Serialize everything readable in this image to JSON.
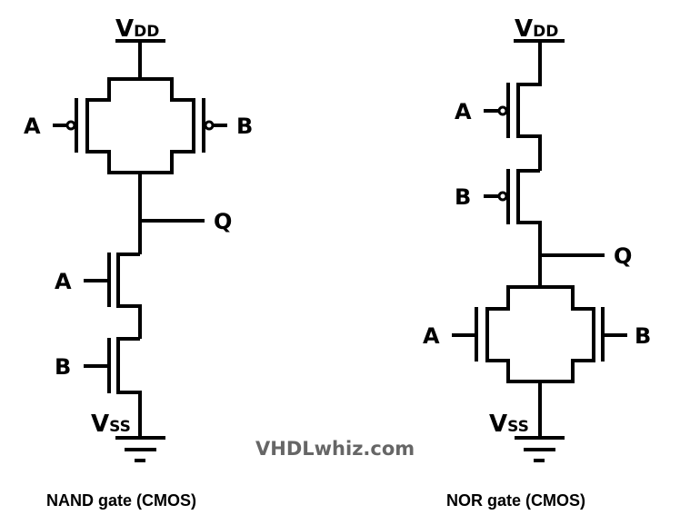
{
  "diagram": {
    "watermark": "VHDLwhiz.com",
    "colors": {
      "line": "#000000",
      "watermark": "#666666",
      "background": "#ffffff"
    },
    "nand": {
      "caption": "NAND gate (CMOS)",
      "supply": {
        "main": "V",
        "sub": "DD"
      },
      "ground": {
        "main": "V",
        "sub": "SS"
      },
      "output": "Q",
      "pull_up": {
        "topology": "parallel",
        "type": "pMOS",
        "inputs": [
          "A",
          "B"
        ]
      },
      "pull_down": {
        "topology": "series",
        "type": "nMOS",
        "inputs": [
          "A",
          "B"
        ]
      }
    },
    "nor": {
      "caption": "NOR gate (CMOS)",
      "supply": {
        "main": "V",
        "sub": "DD"
      },
      "ground": {
        "main": "V",
        "sub": "SS"
      },
      "output": "Q",
      "pull_up": {
        "topology": "series",
        "type": "pMOS",
        "inputs": [
          "A",
          "B"
        ]
      },
      "pull_down": {
        "topology": "parallel",
        "type": "nMOS",
        "inputs": [
          "A",
          "B"
        ]
      }
    }
  }
}
